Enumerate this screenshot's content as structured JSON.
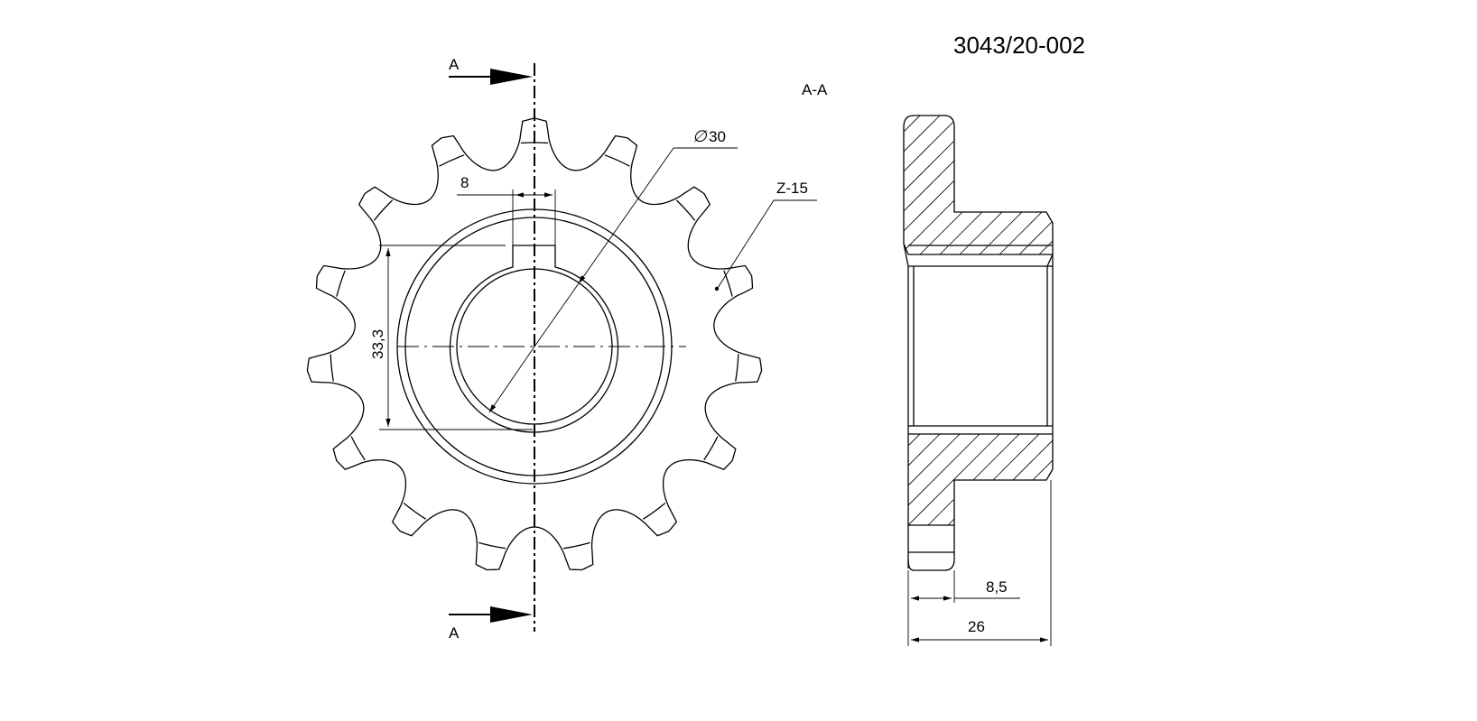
{
  "drawing_number": "3043/20-002",
  "section_title": "A-A",
  "section_markers": {
    "top": "A",
    "bottom": "A"
  },
  "dimensions": {
    "bore_diameter": "30",
    "keyway_width": "8",
    "keyway_depth": "33,3",
    "tooth_count": "Z-15",
    "hub_offset": "8,5",
    "overall_width": "26"
  },
  "sprocket": {
    "teeth": 15
  }
}
